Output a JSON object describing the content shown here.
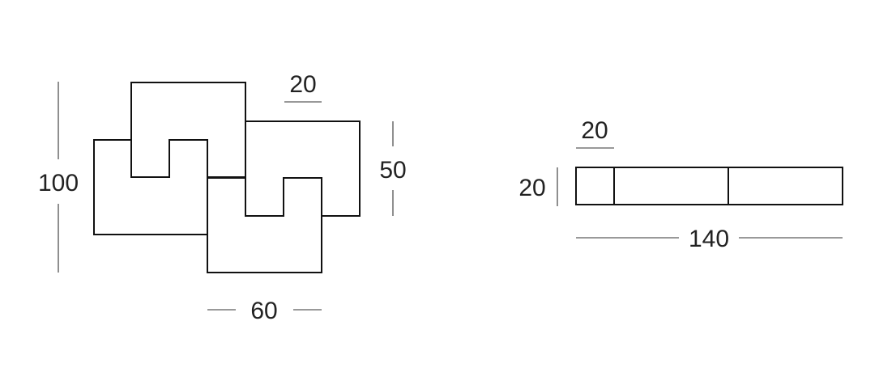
{
  "colors": {
    "background": "#ffffff",
    "outline": "#111111",
    "dimension": "#333333",
    "text": "#222222"
  },
  "front_view": {
    "height_label": "100",
    "width_label": "60",
    "depth_label": "20",
    "module_height_label": "50"
  },
  "side_view": {
    "thickness_label": "20",
    "height_label": "20",
    "length_label": "140"
  }
}
